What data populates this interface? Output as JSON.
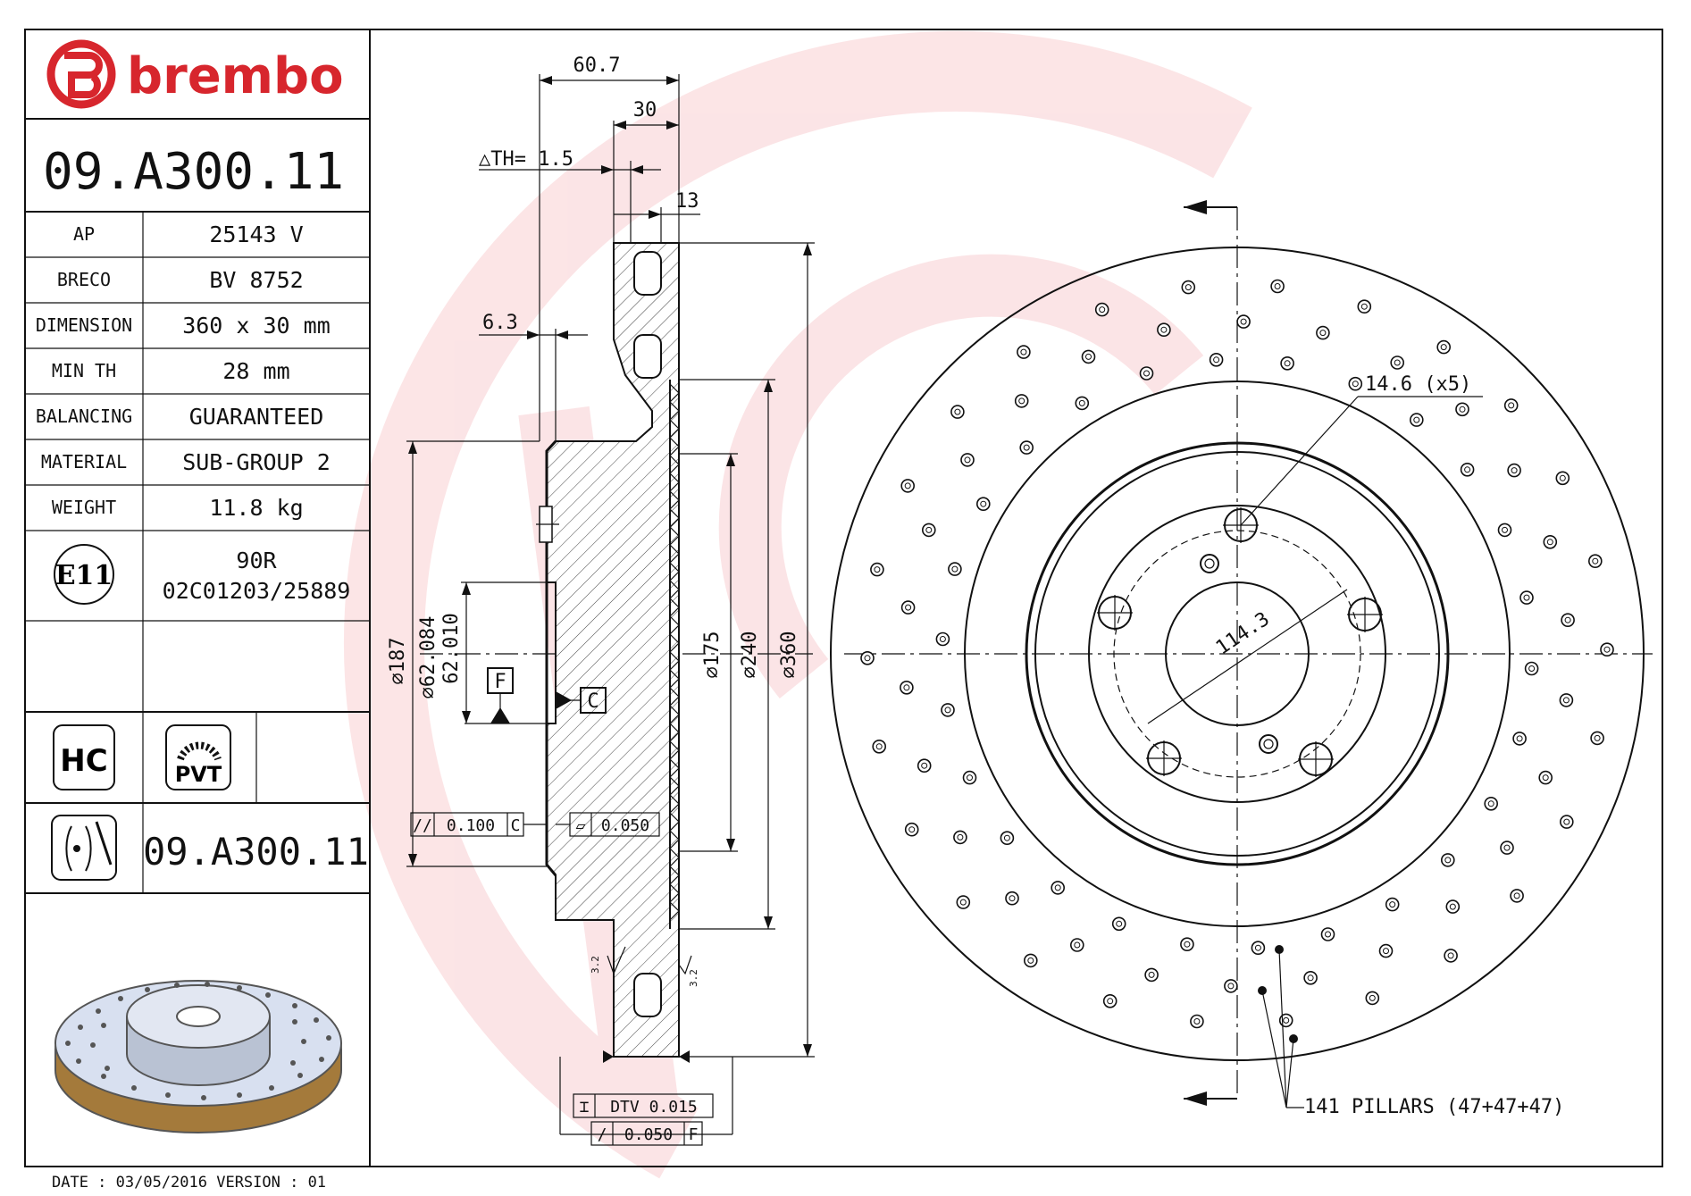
{
  "brand": {
    "name": "brembo",
    "color": "#d7262d"
  },
  "part_number": "09.A300.11",
  "specs": [
    {
      "label": "AP",
      "value": "25143 V"
    },
    {
      "label": "BRECO",
      "value": "BV 8752"
    },
    {
      "label": "DIMENSION",
      "value": "360 x 30 mm"
    },
    {
      "label": "MIN TH",
      "value": "28 mm"
    },
    {
      "label": "BALANCING",
      "value": "GUARANTEED"
    },
    {
      "label": "MATERIAL",
      "value": "SUB-GROUP 2"
    },
    {
      "label": "WEIGHT",
      "value": "11.8 kg"
    }
  ],
  "homologation": {
    "mark": "E11",
    "line1": "90R",
    "line2": "02C01203/25889"
  },
  "badges": {
    "hc": "HC",
    "pvt": "PVT"
  },
  "part_number_bottom": "09.A300.11",
  "footer": {
    "date": "DATE : 03/05/2016 VERSION : 01"
  },
  "section": {
    "dims": {
      "overall_width": "60.7",
      "thickness": "30",
      "th": "△TH= 1.5",
      "thirteen": "13",
      "six_three": "6.3",
      "d187": "⌀187",
      "d62_hi": "⌀62.084",
      "d62_lo": "62.010",
      "d175": "⌀175",
      "d240": "⌀240",
      "d360": "⌀360",
      "datum_f": "F",
      "datum_c": "C",
      "runout_c_sym": "//",
      "runout_c_val": "0.100",
      "runout_c_ref": "C",
      "flat_sym": "▱",
      "flat_val": "0.050",
      "dtv_sym": "⌶",
      "dtv_val": "DTV 0.015",
      "runout_f_sym": "/",
      "runout_f_val": "0.050",
      "runout_f_ref": "F",
      "roughness": "3.2"
    }
  },
  "front": {
    "hole_label": "14.6 (x5)",
    "pcd_label": "114.3",
    "pillars_label": "141 PILLARS (47+47+47)"
  }
}
